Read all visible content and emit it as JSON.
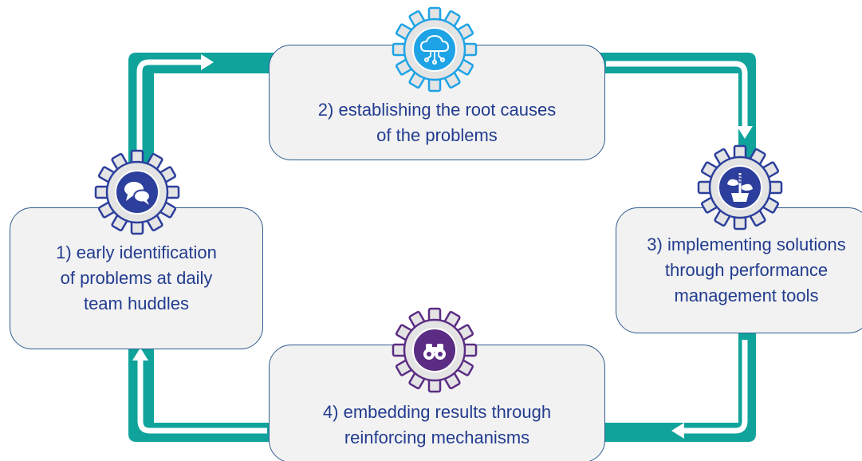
{
  "steps": [
    {
      "label": "1) early identification\nof problems at daily\nteam huddles",
      "icon": "speech-bubbles-icon",
      "color": "#2c3f9c"
    },
    {
      "label": "2) establishing the root causes\nof the problems",
      "icon": "cloud-network-icon",
      "color": "#1ea3e6"
    },
    {
      "label": "3) implementing solutions\nthrough performance\nmanagement tools",
      "icon": "money-plant-icon",
      "color": "#2c3f9c"
    },
    {
      "label": "4) embedding results through\nreinforcing mechanisms",
      "icon": "binoculars-icon",
      "color": "#5b2c83"
    }
  ],
  "colors": {
    "loop": "#0fa39b",
    "arrow": "#ffffff",
    "box_fill": "#f2f2f2",
    "box_border": "#2f5c8f",
    "text": "#223c8f",
    "gear_fill": "#e4e4e4"
  }
}
